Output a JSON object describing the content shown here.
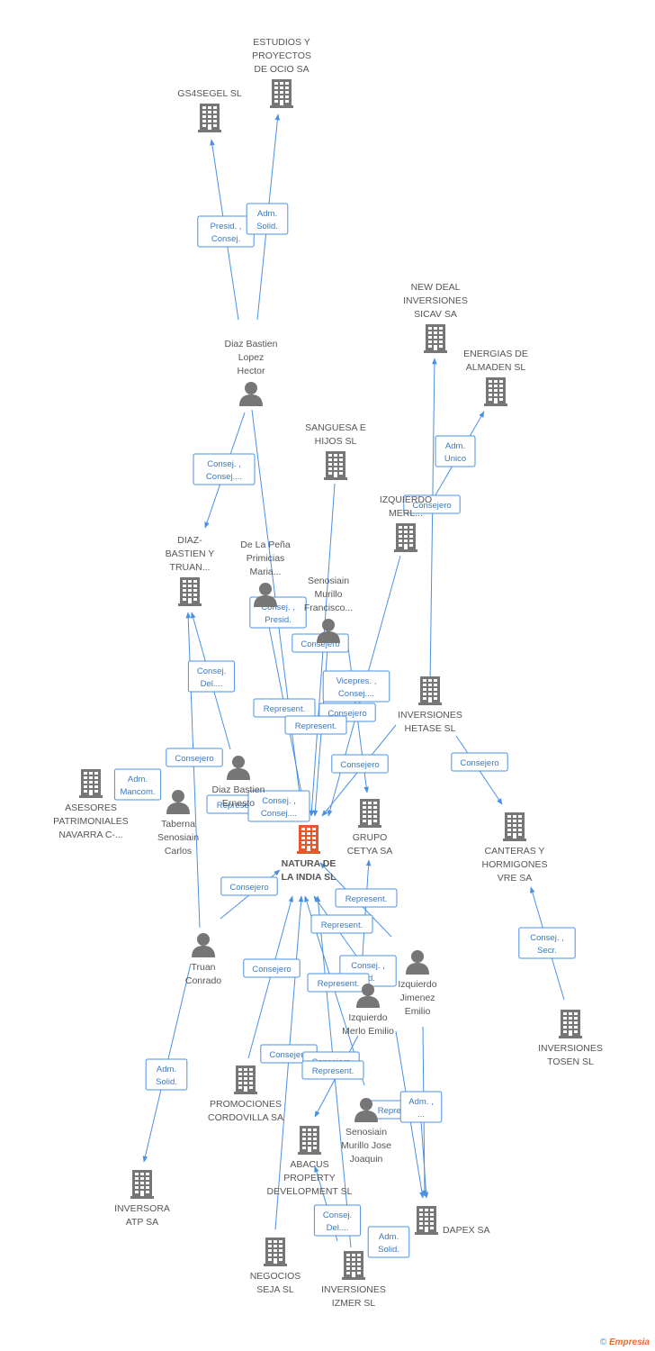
{
  "colors": {
    "edge": "#4a90e2",
    "node": "#767676",
    "focal": "#e8572a",
    "text": "#555555"
  },
  "nodes": [
    {
      "id": "natura",
      "kind": "company",
      "focal": true,
      "lines": [
        "NATURA DE",
        "LA INDIA SL"
      ]
    },
    {
      "id": "estudios",
      "kind": "company",
      "lines": [
        "ESTUDIOS Y",
        "PROYECTOS",
        "DE OCIO SA"
      ]
    },
    {
      "id": "gs4segel",
      "kind": "company",
      "lines": [
        "GS4SEGEL SL"
      ]
    },
    {
      "id": "diazlopez",
      "kind": "person",
      "lines": [
        "Diaz Bastien",
        "Lopez",
        "Hector"
      ]
    },
    {
      "id": "newdeal",
      "kind": "company",
      "lines": [
        "NEW DEAL",
        "INVERSIONES",
        "SICAV SA"
      ]
    },
    {
      "id": "energias",
      "kind": "company",
      "lines": [
        "ENERGIAS DE",
        "ALMADEN SL"
      ]
    },
    {
      "id": "sanguesa",
      "kind": "company",
      "lines": [
        "SANGUESA E",
        "HIJOS SL"
      ]
    },
    {
      "id": "izqmerlo_co",
      "kind": "company",
      "lines": [
        "IZQUIERDO",
        "MERL..."
      ]
    },
    {
      "id": "diazbastien_truan",
      "kind": "company",
      "lines": [
        "DIAZ-",
        "BASTIEN Y",
        "TRUAN..."
      ]
    },
    {
      "id": "delapena",
      "kind": "person",
      "lines": [
        "De La Peña",
        "Primicias",
        "Maria..."
      ]
    },
    {
      "id": "senosiain_fco",
      "kind": "person",
      "lines": [
        "Senosiain",
        "Murillo",
        "Francisco..."
      ]
    },
    {
      "id": "hetase",
      "kind": "company",
      "lines": [
        "INVERSIONES",
        "HETASE  SL"
      ]
    },
    {
      "id": "diazernesto",
      "kind": "person",
      "lines": [
        "Diaz Bastien",
        "Ernesto"
      ]
    },
    {
      "id": "asesores",
      "kind": "company",
      "lines": [
        "ASESORES",
        "PATRIMONIALES",
        "NAVARRA C-..."
      ]
    },
    {
      "id": "taberna",
      "kind": "person",
      "lines": [
        "Taberna",
        "Senosiain",
        "Carlos"
      ]
    },
    {
      "id": "cetya",
      "kind": "company",
      "lines": [
        "GRUPO",
        "CETYA SA"
      ]
    },
    {
      "id": "canteras",
      "kind": "company",
      "lines": [
        "CANTERAS Y",
        "HORMIGONES",
        "VRE SA"
      ]
    },
    {
      "id": "truan",
      "kind": "person",
      "lines": [
        "Truan",
        "Conrado"
      ]
    },
    {
      "id": "izqjimenez",
      "kind": "person",
      "lines": [
        "Izquierdo",
        "Jimenez",
        "Emilio"
      ]
    },
    {
      "id": "izqmerlo_emilio",
      "kind": "person",
      "lines": [
        "Izquierdo",
        "Merlo Emilio"
      ]
    },
    {
      "id": "tosen",
      "kind": "company",
      "lines": [
        "INVERSIONES",
        "TOSEN SL"
      ]
    },
    {
      "id": "promociones",
      "kind": "company",
      "lines": [
        "PROMOCIONES",
        "CORDOVILLA SA"
      ]
    },
    {
      "id": "senosiain_jose",
      "kind": "person",
      "lines": [
        "Senosiain",
        "Murillo Jose",
        "Joaquin"
      ]
    },
    {
      "id": "abacus",
      "kind": "company",
      "lines": [
        "ABACUS",
        "PROPERTY",
        "DEVELOPMENT SL"
      ]
    },
    {
      "id": "inversora",
      "kind": "company",
      "lines": [
        "INVERSORA",
        "ATP SA"
      ]
    },
    {
      "id": "dapex",
      "kind": "company",
      "lines": [
        "DAPEX SA"
      ]
    },
    {
      "id": "negocios",
      "kind": "company",
      "lines": [
        "NEGOCIOS",
        "SEJA SL"
      ]
    },
    {
      "id": "izmer",
      "kind": "company",
      "lines": [
        "INVERSIONES",
        "IZMER SL"
      ]
    }
  ],
  "edges": [
    {
      "id": "e1",
      "lines": [
        "Presid. ,",
        "Consej."
      ]
    },
    {
      "id": "e2",
      "lines": [
        "Adm.",
        "Solid."
      ]
    },
    {
      "id": "e3",
      "lines": [
        "Consej. ,",
        "Consej...."
      ]
    },
    {
      "id": "e4",
      "lines": [
        "Adm.",
        "Unico"
      ]
    },
    {
      "id": "e5",
      "lines": [
        "Consejero"
      ]
    },
    {
      "id": "e6",
      "lines": [
        "Consej. ,",
        "Presid."
      ]
    },
    {
      "id": "e7",
      "lines": [
        "Consejero"
      ]
    },
    {
      "id": "e8",
      "lines": [
        "Consej.",
        "Del...."
      ]
    },
    {
      "id": "e9",
      "lines": [
        "Vicepres. ,",
        "Consej...."
      ]
    },
    {
      "id": "e10",
      "lines": [
        "Represent."
      ]
    },
    {
      "id": "e11",
      "lines": [
        "Consejero"
      ]
    },
    {
      "id": "e12",
      "lines": [
        "Represent."
      ]
    },
    {
      "id": "e13",
      "lines": [
        "Consejero"
      ]
    },
    {
      "id": "e14",
      "lines": [
        "Consejero"
      ]
    },
    {
      "id": "e15",
      "lines": [
        "Consejero"
      ]
    },
    {
      "id": "e16",
      "lines": [
        "Adm.",
        "Mancom."
      ]
    },
    {
      "id": "e17",
      "lines": [
        "Represent."
      ]
    },
    {
      "id": "e18",
      "lines": [
        "Consej. ,",
        "Consej...."
      ]
    },
    {
      "id": "e19",
      "lines": [
        "Consejero"
      ]
    },
    {
      "id": "e20",
      "lines": [
        "Represent."
      ]
    },
    {
      "id": "e21",
      "lines": [
        "Represent."
      ]
    },
    {
      "id": "e22",
      "lines": [
        "Consej. ,",
        "Secr."
      ]
    },
    {
      "id": "e23",
      "lines": [
        "Consejero"
      ]
    },
    {
      "id": "e24",
      "lines": [
        "Consej. ,",
        "...d."
      ]
    },
    {
      "id": "e25",
      "lines": [
        "Represent."
      ]
    },
    {
      "id": "e26",
      "lines": [
        "Adm.",
        "Solid."
      ]
    },
    {
      "id": "e27",
      "lines": [
        "Consejero"
      ]
    },
    {
      "id": "e28",
      "lines": [
        "Consejero"
      ]
    },
    {
      "id": "e29",
      "lines": [
        "Represent."
      ]
    },
    {
      "id": "e30",
      "lines": [
        "Represent."
      ]
    },
    {
      "id": "e31",
      "lines": [
        "Adm. ,",
        "..."
      ]
    },
    {
      "id": "e32",
      "lines": [
        "Consej.",
        "Del...."
      ]
    },
    {
      "id": "e33",
      "lines": [
        "Adm.",
        "Solid."
      ]
    }
  ],
  "footer": {
    "copyright": "©",
    "brand": "Empresia"
  }
}
